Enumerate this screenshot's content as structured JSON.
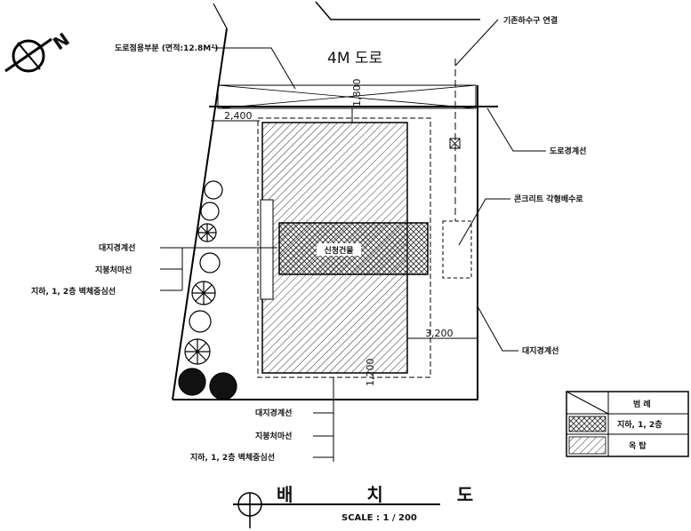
{
  "road": {
    "name": "4M 도로",
    "encroach_label": "도로점용부분 (면적:12.8M²)",
    "existing_sewer": "기존하수구 연결",
    "boundary": "도로경계선"
  },
  "site": {
    "building": "신청건물",
    "concrete_ditch": "콘크리트 각형배수로",
    "site_boundary_east": "대지경계선"
  },
  "west_labels": {
    "site_boundary": "대지경계선",
    "underground_line": "지붕처마선",
    "wall_center": "지하, 1, 2층 벽체중심선"
  },
  "south_labels": {
    "site_boundary": "대지경계선",
    "underground_line": "지붕처마선",
    "wall_center": "지하, 1, 2층 벽체중심선"
  },
  "dims": {
    "north_west": "2,400",
    "north_setback": "1,800",
    "east": "3,200",
    "south": "1,200"
  },
  "legend": {
    "header": "범 례",
    "row1": "지하, 1, 2층",
    "row2": "옥 탑"
  },
  "title": {
    "main": "배 치 도",
    "scale": "SCALE : 1 / 200"
  },
  "north_arrow": "N"
}
